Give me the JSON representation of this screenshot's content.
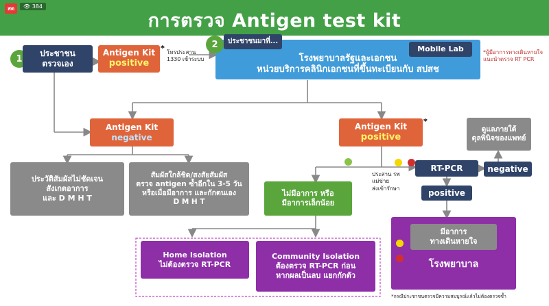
{
  "header": {
    "title": "การตรวจ Antigen test kit",
    "live_badge": "สด",
    "view_count": "384"
  },
  "nodes": {
    "step1_number": "1",
    "step1_label": "ประชาชน\nตรวจเอง",
    "kit_top_title": "Antigen Kit",
    "kit_top_result": "positive",
    "asterisk": "*",
    "call_note": "โทรประสาน\n1330 เข้าระบบ",
    "step2_number": "2",
    "step2_label": "ประชาชนมาที่...",
    "mobile_lab": "Mobile Lab",
    "hospital_main": "โรงพยาบาลรัฐและเอกชน\nหน่วยบริการคลินิกเอกชนที่ขึ้นทะเบียนกับ สปสช",
    "footnote_top": "*ผู้มีอาการทางเดินหายใจ\nแนะนำตรวจ RT PCR",
    "kit_neg_title": "Antigen Kit",
    "kit_neg_result": "negative",
    "kit_pos_title": "Antigen Kit",
    "kit_pos_result": "positive",
    "doctor_note": "ดูแลภายใต้\nดุลพินิจของแพทย์",
    "negative_left": "ประวัติสัมผัสไม่ชัดเจน\nสังเกตอาการ\nและ D M H T",
    "negative_right": "สัมผัสใกล้ชิด/สงสัยสัมผัส\nตรวจ antigen ซ้ำอีกใน 3-5 วัน\nหรือเมื่อมีอาการ และกักตนเอง\nD M H T",
    "rtpcr": "RT-PCR",
    "negative_label": "negative",
    "positive_label": "positive",
    "coord_note": "ประสาน รพ\nแม่ข่าย\nส่งเข้ารักษา",
    "mild": "ไม่มีอาการ หรือ\nมีอาการเล็กน้อย",
    "resp_symptom": "มีอาการ\nทางเดินหายใจ",
    "hospital_bottom": "โรงพยาบาล",
    "home_isolation": "Home Isolation\nไม่ต้องตรวจ RT-PCR",
    "community_isolation": "Community Isolation\nต้องตรวจ RT-PCR ก่อน\nหากผลเป็นลบ แยกกักตัว",
    "footnote_bottom": "*กรณีประชาชนตรวจมีความสมบูรณ์แล้วไม่ต้องตรวจซ้ำ"
  },
  "colors": {
    "title_bar": "#43a047",
    "dark_navy": "#2f4468",
    "orange": "#e0643a",
    "gray": "#8a8a8a",
    "green": "#5aa63d",
    "purple": "#8e2fa8",
    "light_blue": "#3f9bd9",
    "dot_green": "#8bc34a",
    "dot_yellow": "#f5d800",
    "dot_red": "#d32f2f"
  }
}
